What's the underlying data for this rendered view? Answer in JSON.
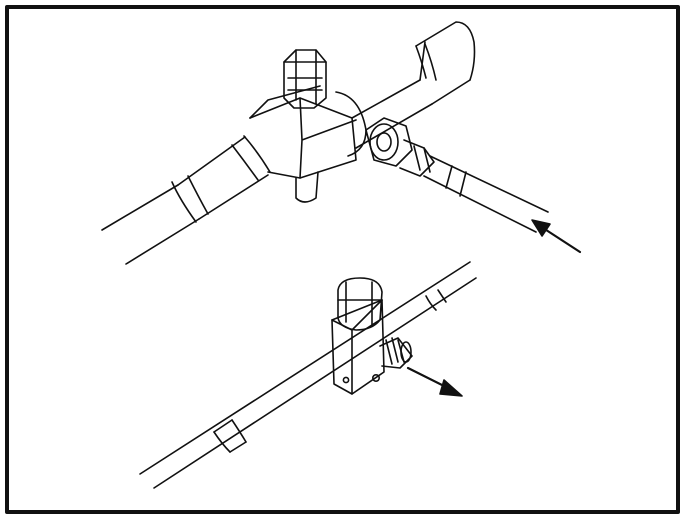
{
  "figure": {
    "kind": "line-drawing",
    "subjects": [
      "service-valve-with-gauge-port",
      "schrader-access-valve-on-line"
    ],
    "arrows": [
      {
        "name": "inflow-arrow",
        "direction": "into-port"
      },
      {
        "name": "outflow-arrow",
        "direction": "out-of-port"
      }
    ],
    "colors": {
      "ink": "#111111",
      "paper": "#ffffff",
      "border": "#111111"
    }
  }
}
